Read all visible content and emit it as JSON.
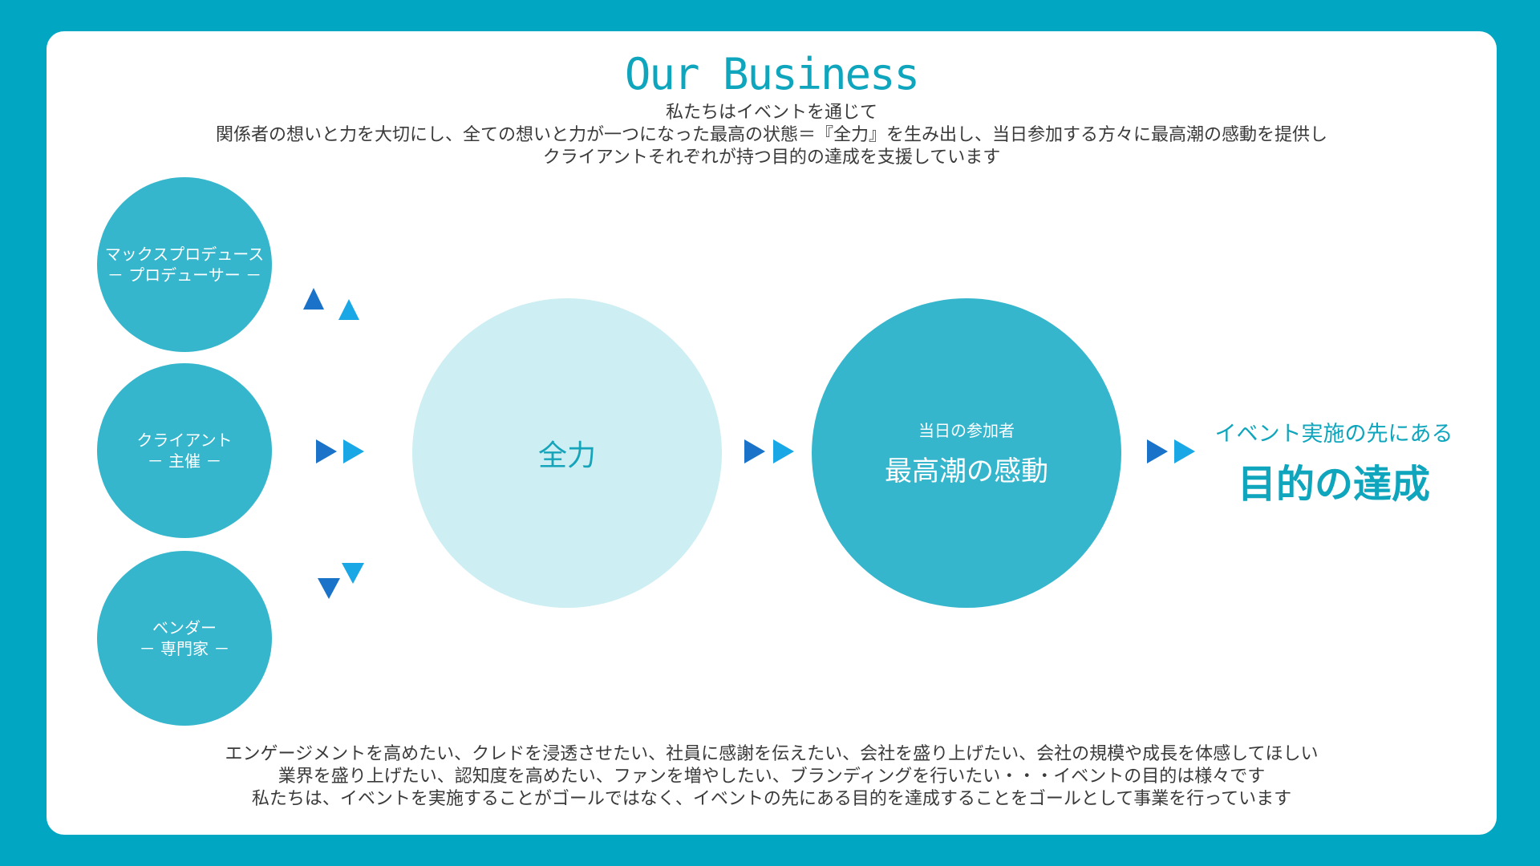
{
  "title": "Our Business",
  "intro": [
    "私たちはイベントを通じて",
    "関係者の想いと力を大切にし、全ての想いと力が一つになった最高の状態＝『全力』を生み出し、当日参加する方々に最高潮の感動を提供し",
    "クライアントそれぞれが持つ目的の達成を支援しています"
  ],
  "stakeholders": [
    {
      "name": "マックスプロデュース",
      "role": "－ プロデューサー －"
    },
    {
      "name": "クライアント",
      "role": "－ 主催 －"
    },
    {
      "name": "ベンダー",
      "role": "－ 専門家 －"
    }
  ],
  "full_power": "全力",
  "emotion": {
    "sub": "当日の参加者",
    "main": "最高潮の感動"
  },
  "goal": {
    "sub": "イベント実施の先にある",
    "main": "目的の達成"
  },
  "outro": [
    "エンゲージメントを高めたい、クレドを浸透させたい、社員に感謝を伝えたい、会社を盛り上げたい、会社の規模や成長を体感してほしい",
    "業界を盛り上げたい、認知度を高めたい、ファンを増やしたい、ブランディングを行いたい・・・イベントの目的は様々です",
    "私たちは、イベントを実施することがゴールではなく、イベントの先にある目的を達成することをゴールとして事業を行っています"
  ],
  "colors": {
    "background": "#00a6c2",
    "circle": "#35b6cc",
    "circle_light": "#cdeef2",
    "arrow_dark": "#1a73c8",
    "arrow_light": "#1aa7e6",
    "accent_text": "#0ea5bd"
  }
}
